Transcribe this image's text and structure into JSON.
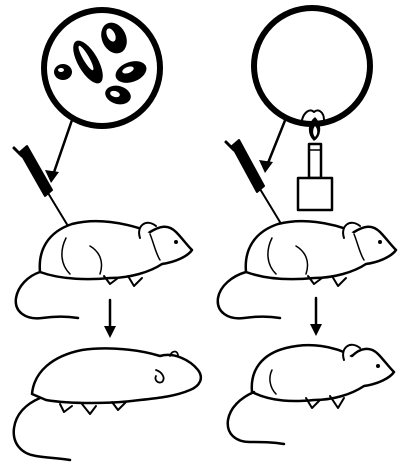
{
  "figure": {
    "panels": [
      {
        "id": "left",
        "magnified_view": "bacteria",
        "treatment": "injection",
        "outcome": "dead"
      },
      {
        "id": "right",
        "magnified_view": "heated-flask",
        "treatment": "injection",
        "outcome": "alive"
      }
    ],
    "colors": {
      "ink": "#000000",
      "paper": "#ffffff"
    }
  }
}
